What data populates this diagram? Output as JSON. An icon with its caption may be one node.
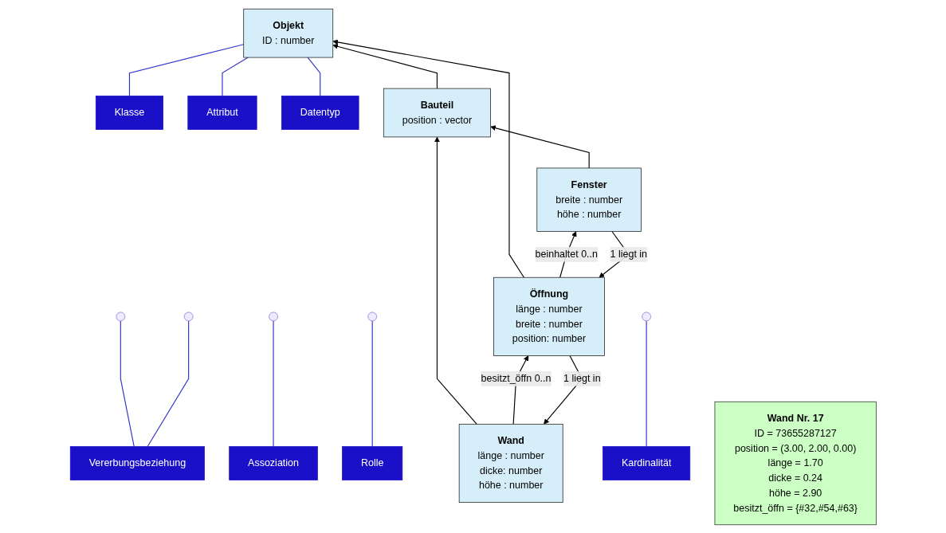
{
  "diagram": {
    "nodes": [
      {
        "text": [
          "Objekt",
          "ID : number"
        ]
      },
      {
        "text": [
          "Bauteil",
          "position : vector"
        ]
      },
      {
        "text": [
          "Wand",
          "länge : number",
          "dicke: number",
          "höhe : number"
        ]
      },
      {
        "text": [
          "Öffnung",
          "länge : number",
          "breite : number",
          "position: number"
        ]
      },
      {
        "text": [
          "Fenster",
          "breite : number",
          "höhe : number"
        ]
      },
      {
        "text": [
          "Wand Nr. 17",
          "ID = 73655287127",
          "position = (3.00, 2.00, 0.00)",
          "länge = 1.70",
          "dicke  = 0.24",
          "höhe = 2.90",
          "besitzt_öffn = {#32,#54,#63}"
        ]
      },
      {
        "text": [
          "Klasse"
        ]
      },
      {
        "text": [
          "Attribut"
        ]
      },
      {
        "text": [
          "Datentyp"
        ]
      },
      {
        "text": [
          "Vererbungsbeziehung"
        ]
      },
      {
        "text": [
          "Assoziation"
        ]
      },
      {
        "text": [
          "Rolle"
        ]
      },
      {
        "text": [
          "Kardinalität"
        ]
      }
    ],
    "edges": [
      {
        "from": 1,
        "to": 0,
        "arrow": "to"
      },
      {
        "from": 3,
        "to": 0,
        "arrow": "to"
      },
      {
        "from": 2,
        "to": 1,
        "arrow": "to"
      },
      {
        "from": 4,
        "to": 1,
        "arrow": "to"
      },
      {
        "from": 2,
        "to": 3,
        "label": "besitzt_öffn 0..n",
        "arrow": "to"
      },
      {
        "from": 3,
        "to": 2,
        "label": "1 liegt in",
        "arrow": "to"
      },
      {
        "from": 3,
        "to": 4,
        "label": "beinhaltet 0..n",
        "arrow": "to"
      },
      {
        "from": 4,
        "to": 3,
        "label": "1 liegt in",
        "arrow": "to"
      },
      {
        "from": 6,
        "to": 0,
        "arrow": "none",
        "color": "#3535c8"
      },
      {
        "from": 7,
        "to": 0,
        "arrow": "none",
        "color": "#3535c8"
      },
      {
        "from": 8,
        "to": 0,
        "arrow": "none",
        "color": "#3535c8"
      },
      {
        "from": 9,
        "to": null,
        "arrow": "none",
        "color": "#3535c8"
      },
      {
        "from": 9,
        "to": null,
        "arrow": "none",
        "color": "#3535c8"
      },
      {
        "from": 10,
        "to": null,
        "arrow": "none",
        "color": "#3535c8"
      },
      {
        "from": 11,
        "to": null,
        "arrow": "none",
        "color": "#3535c8"
      },
      {
        "from": 12,
        "to": null,
        "arrow": "none",
        "color": "#3535c8"
      }
    ]
  }
}
